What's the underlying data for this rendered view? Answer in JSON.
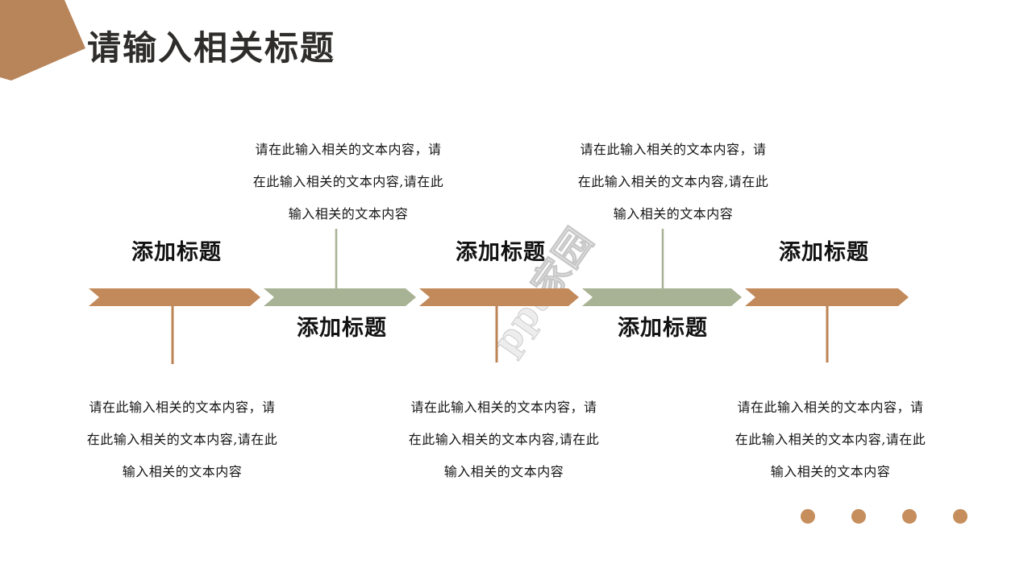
{
  "slide": {
    "title": "请输入相关标题",
    "watermark": "ppt家园"
  },
  "colors": {
    "corner_accent": "#b8845a",
    "chevron_brown": "#c2895a",
    "chevron_green": "#a8b294",
    "connector_brown": "#bc8455",
    "connector_green": "#a8b294",
    "dot_brown": "#c68e5c"
  },
  "timeline": {
    "body_lines": [
      "请在此输入相关的文本内容，请",
      "在此输入相关的文本内容,请在此",
      "输入相关的文本内容"
    ],
    "items": [
      {
        "label": "添加标题"
      },
      {
        "label": "添加标题"
      },
      {
        "label": "添加标题"
      },
      {
        "label": "添加标题"
      },
      {
        "label": "添加标题"
      }
    ]
  }
}
